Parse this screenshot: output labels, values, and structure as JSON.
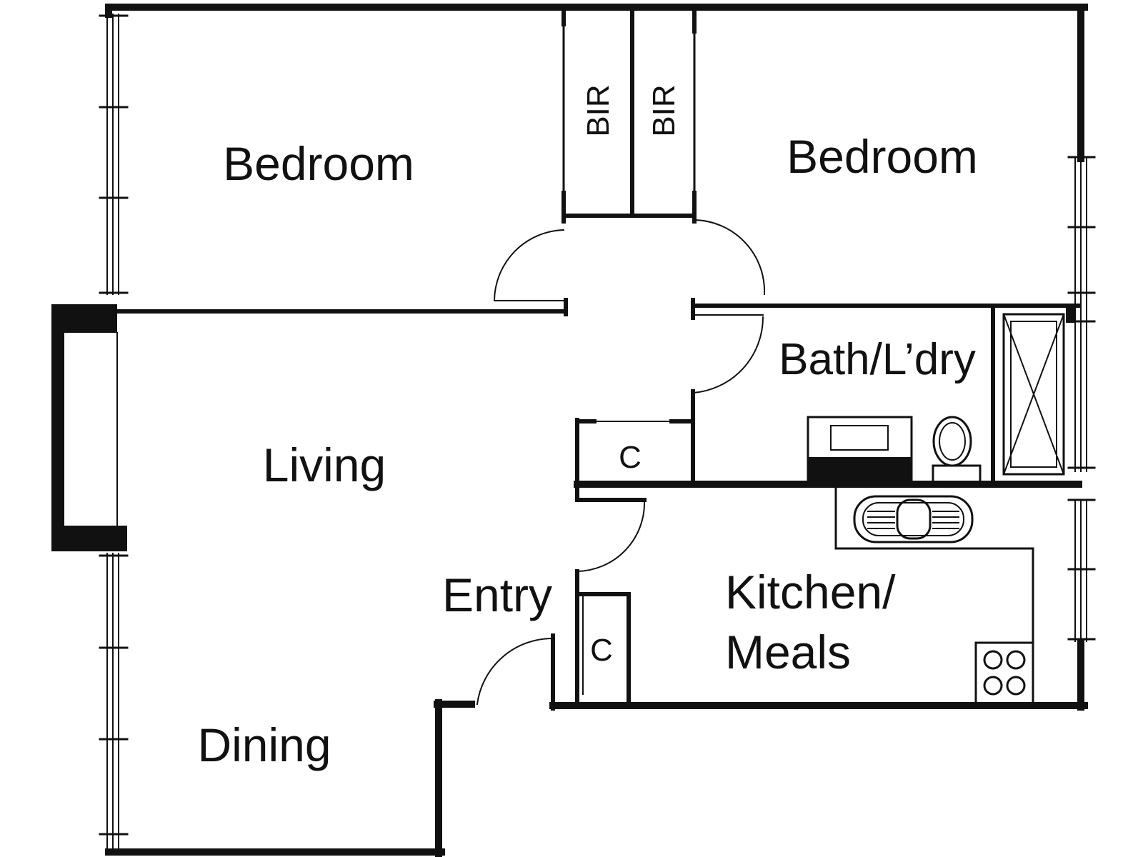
{
  "plan": {
    "rooms": {
      "bedroom_left": "Bedroom",
      "bedroom_right": "Bedroom",
      "bir_left": "BIR",
      "bir_right": "BIR",
      "bath_laundry": "Bath/L’dry",
      "living": "Living",
      "cupboard_upper": "C",
      "cupboard_lower": "C",
      "entry": "Entry",
      "kitchen_line1": "Kitchen/",
      "kitchen_line2": "Meals",
      "dining": "Dining"
    },
    "colors": {
      "line": "#111111",
      "background": "#ffffff"
    }
  }
}
